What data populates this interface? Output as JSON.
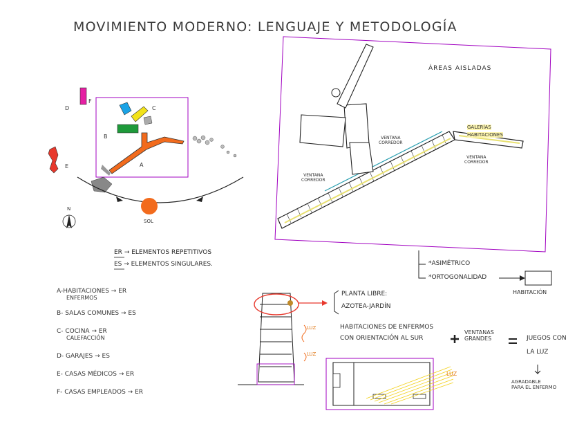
{
  "title": "MOVIMIENTO MODERNO: LENGUAJE Y METODOLOGÍA",
  "site_plan": {
    "blocks": [
      {
        "letter": "A",
        "color": "#f26b1d"
      },
      {
        "letter": "B",
        "color": ""
      },
      {
        "letter": "C",
        "color": "#f2e21a"
      },
      {
        "letter": "D",
        "color": "#1aa3e6"
      },
      {
        "letter": "E",
        "color": "#e8382c"
      },
      {
        "letter": "F",
        "color": "#e51fa3"
      }
    ],
    "green_block_color": "#1e9a3a",
    "sun_label": "SOL",
    "sun_color": "#f26b1d",
    "north_label": "N"
  },
  "plan": {
    "title": "ÁREAS AISLADAS",
    "galerias": "GALERÍAS",
    "habitaciones": "HABITACIONES",
    "ventana_corredor_1a": "VENTANA",
    "ventana_corredor_1b": "CORREDOR",
    "ventana_corredor_2a": "VENTANA",
    "ventana_corredor_2b": "CORREDOR",
    "ventana_corredor_3a": "VENTANA",
    "ventana_corredor_3b": "CORREDOR",
    "frame_color": "#a000c0"
  },
  "notes": {
    "asimetrico": "*ASIMÉTRICO",
    "ortogonalidad": "*ORTOGONALIDAD",
    "habitacion": "HABITACIÓN"
  },
  "definitions": {
    "er_code": "ER",
    "er_text": "ELEMENTOS REPETITIVOS",
    "es_code": "ES",
    "es_text": "ELEMENTOS SINGULARES."
  },
  "legend": [
    {
      "line1": "A-HABITACIONES",
      "line2": "ENFERMOS",
      "code": "ER"
    },
    {
      "line1": "B- SALAS COMUNES",
      "line2": "",
      "code": "ES"
    },
    {
      "line1": "C- COCINA",
      "line2": "CALEFACCIÓN",
      "code": "ER"
    },
    {
      "line1": "D- GARAJES",
      "line2": "",
      "code": "ES"
    },
    {
      "line1": "E- CASAS MÉDICOS",
      "line2": "",
      "code": "ER"
    },
    {
      "line1": "F- CASAS EMPLEADOS",
      "line2": "",
      "code": "ER"
    }
  ],
  "section": {
    "planta_libre": "PLANTA LIBRE:",
    "azotea": "AZOTEA-JARDÍN",
    "luz_1": "LUZ",
    "luz_2": "LUZ",
    "luz_3": "LUZ",
    "habitaciones_line1": "HABITACIONES DE ENFERMOS",
    "habitaciones_line2": "CON ORIENTACIÓN AL SUR",
    "plus": "+",
    "ventanas_line1": "VENTANAS",
    "ventanas_line2": "GRANDES",
    "equals": "=",
    "juegos_line1": "JUEGOS CON",
    "juegos_line2": "LA LUZ",
    "agradable_line1": "AGRADABLE",
    "agradable_line2": "PARA EL ENFERMO"
  }
}
